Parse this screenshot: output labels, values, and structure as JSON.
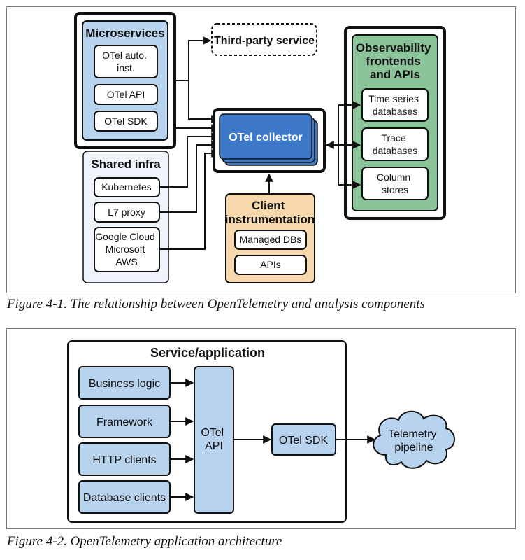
{
  "figure1": {
    "caption": "Figure 4-1. The relationship between OpenTelemetry and analysis components",
    "microservices": {
      "title": "Microservices",
      "items": [
        [
          "OTel auto.",
          "inst."
        ],
        [
          "OTel API"
        ],
        [
          "OTel SDK"
        ]
      ]
    },
    "third_party": "Third-party service",
    "collector": "OTel collector",
    "shared_infra": {
      "title": "Shared infra",
      "items": [
        [
          "Kubernetes"
        ],
        [
          "L7 proxy"
        ],
        [
          "Google Cloud",
          "Microsoft",
          "AWS"
        ]
      ]
    },
    "client_instrumentation": {
      "title": [
        "Client",
        "instrumentation"
      ],
      "items": [
        "Managed DBs",
        "APIs"
      ]
    },
    "observability": {
      "title": [
        "Observability",
        "frontends",
        "and APIs"
      ],
      "items": [
        [
          "Time series",
          "databases"
        ],
        [
          "Trace",
          "databases"
        ],
        [
          "Column",
          "stores"
        ]
      ]
    }
  },
  "figure2": {
    "caption": "Figure 4-2. OpenTelemetry application architecture",
    "container_title": "Service/application",
    "inputs": [
      "Business logic",
      "Framework",
      "HTTP clients",
      "Database clients"
    ],
    "api": [
      "OTel",
      "API"
    ],
    "sdk": "OTel SDK",
    "pipeline": [
      "Telemetry",
      "pipeline"
    ]
  },
  "colors": {
    "blue_fill": "#b8d3ee",
    "collector_blue": "#3e78c8",
    "green_fill": "#8cc49a",
    "orange_fill": "#f6d8ac",
    "light_fill": "#eef4fa",
    "stroke": "#111111"
  }
}
